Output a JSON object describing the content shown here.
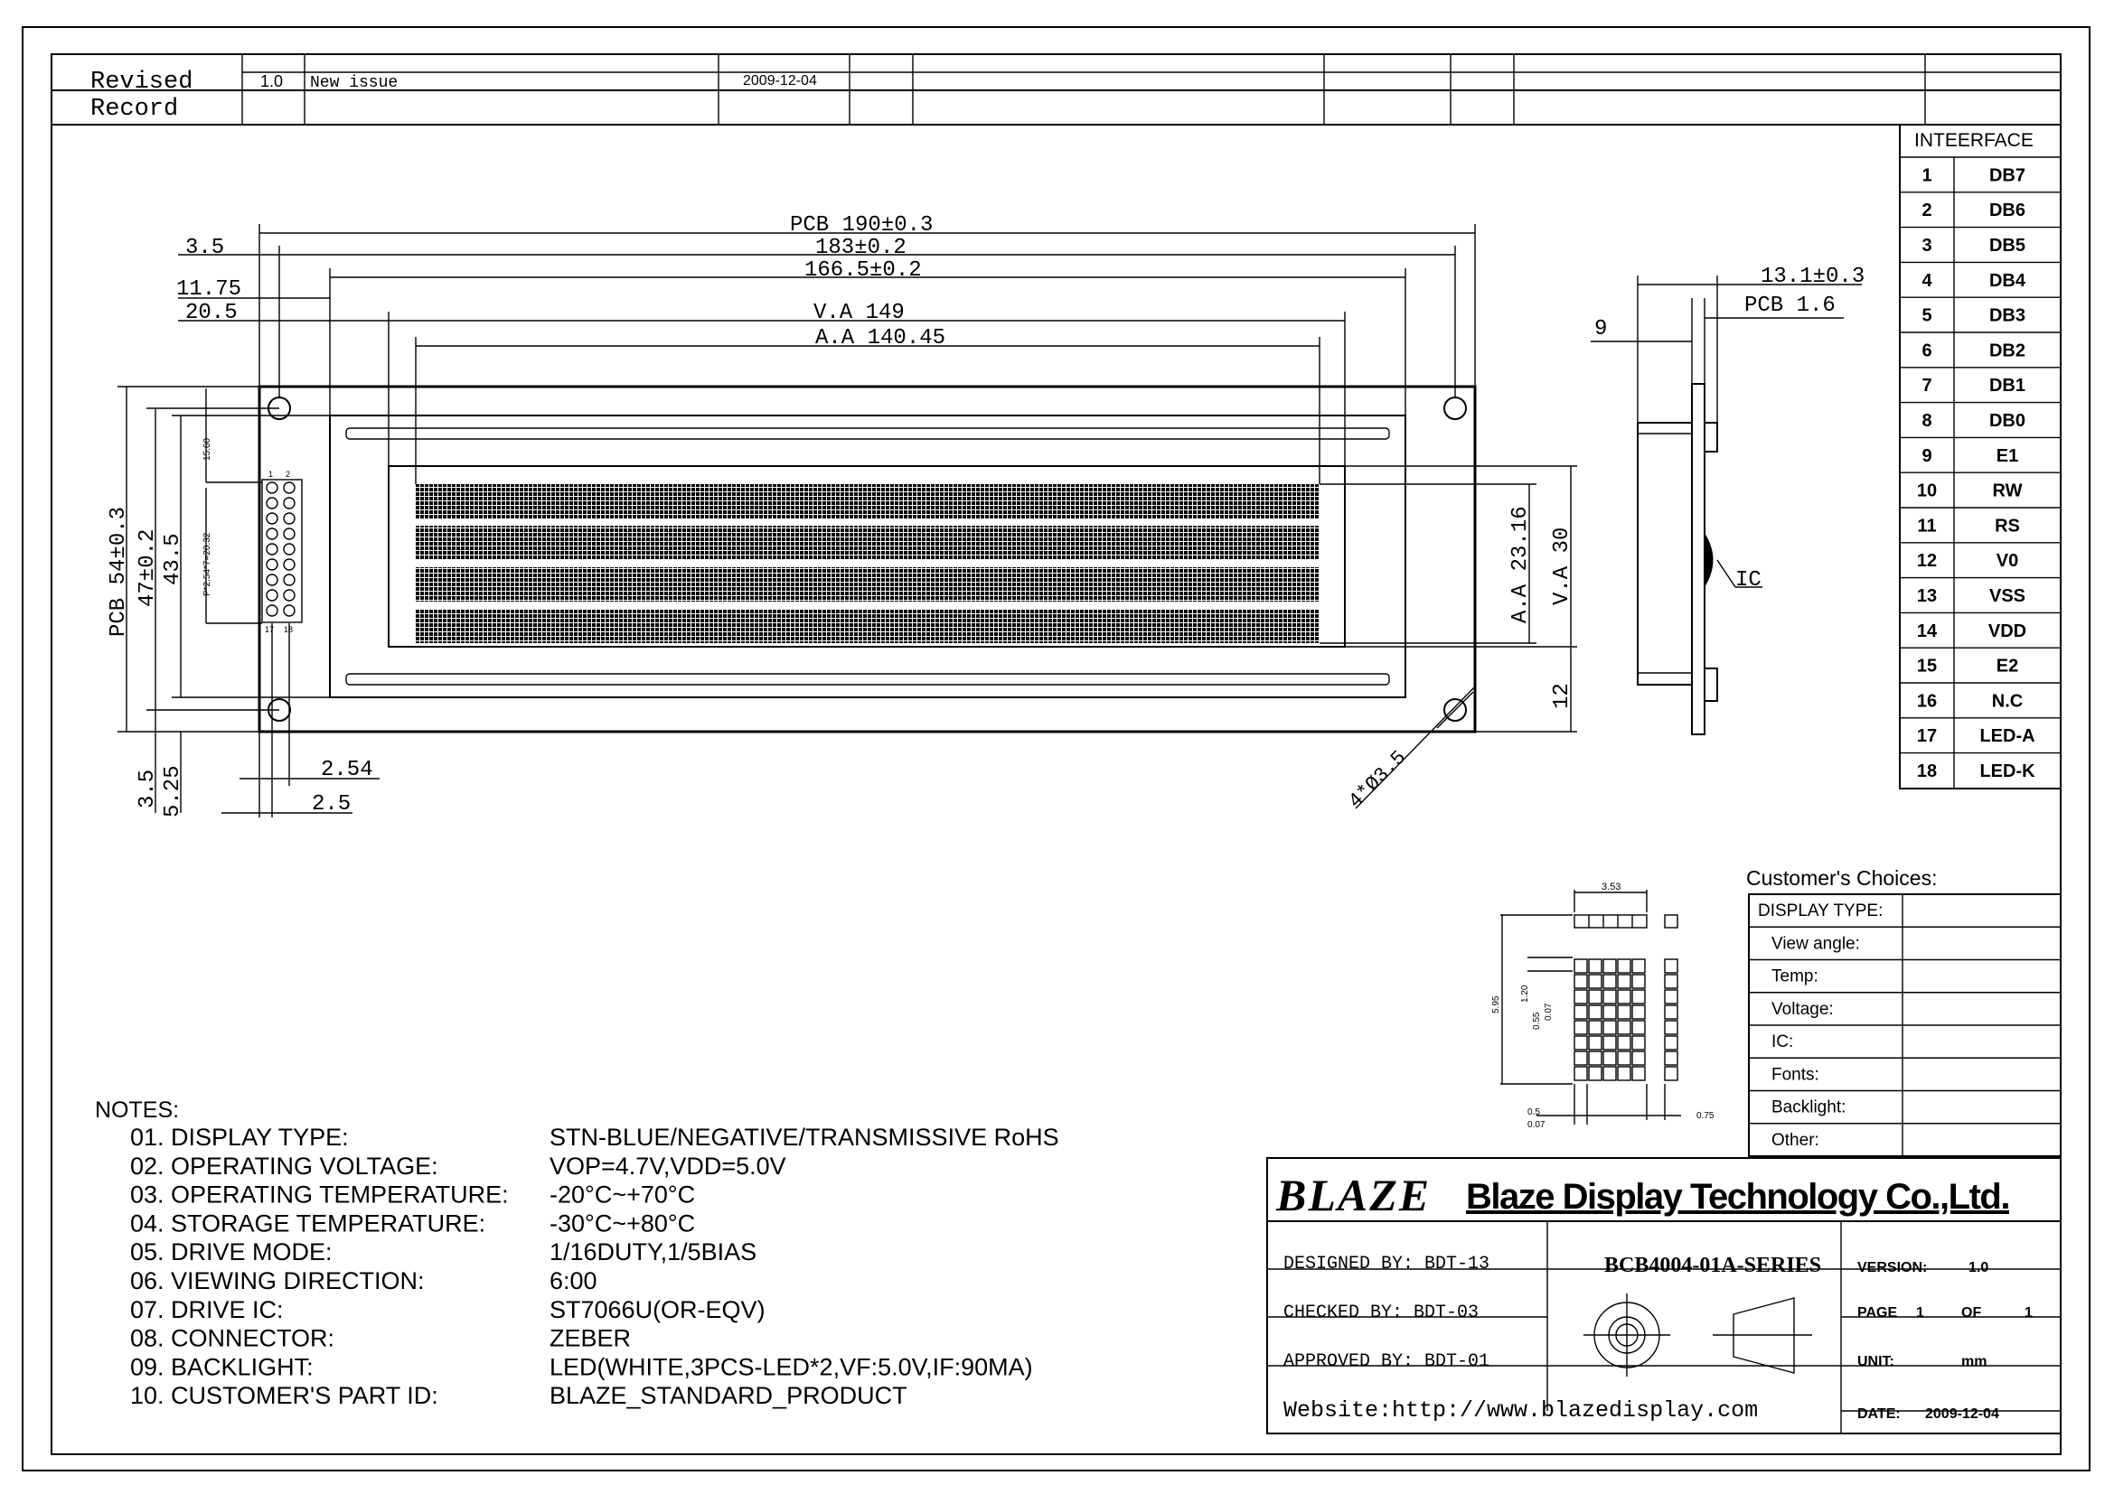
{
  "revision": {
    "title_line1": "Revised",
    "title_line2": "Record",
    "version": "1.0",
    "description": "New issue",
    "date": "2009-12-04"
  },
  "dimensions": {
    "pcb_width": "PCB 190±0.3",
    "hole_span": "183±0.2",
    "bezel_width": "166.5±0.2",
    "va_width": "V.A 149",
    "aa_width": "A.A 140.45",
    "offset_hole": "3.5",
    "offset_bezel": "11.75",
    "offset_va": "20.5",
    "pcb_height": "PCB 54±0.3",
    "hole_v_span": "47±0.2",
    "bezel_height": "43.5",
    "aa_height": "A.A 23.16",
    "va_height": "V.A 30",
    "bottom_offset": "12",
    "hole_dia": "4*Ø3.5",
    "pin_pitch": "2.54",
    "pin_offset": "2.5",
    "v_offset_a": "3.5",
    "v_offset_b": "5.25",
    "conn_top": "15.60",
    "conn_pitch_label": "P*2.54*7=20.32",
    "pin_label_1": "1",
    "pin_label_2": "2",
    "pin_label_17": "17",
    "pin_label_18": "18",
    "side_thickness": "13.1±0.3",
    "side_pcb": "PCB 1.6",
    "side_offset": "9",
    "ic_label": "IC"
  },
  "interface": {
    "title": "INTEERFACE",
    "pins": [
      {
        "no": "1",
        "name": "DB7"
      },
      {
        "no": "2",
        "name": "DB6"
      },
      {
        "no": "3",
        "name": "DB5"
      },
      {
        "no": "4",
        "name": "DB4"
      },
      {
        "no": "5",
        "name": "DB3"
      },
      {
        "no": "6",
        "name": "DB2"
      },
      {
        "no": "7",
        "name": "DB1"
      },
      {
        "no": "8",
        "name": "DB0"
      },
      {
        "no": "9",
        "name": "E1"
      },
      {
        "no": "10",
        "name": "RW"
      },
      {
        "no": "11",
        "name": "RS"
      },
      {
        "no": "12",
        "name": "V0"
      },
      {
        "no": "13",
        "name": "VSS"
      },
      {
        "no": "14",
        "name": "VDD"
      },
      {
        "no": "15",
        "name": "E2"
      },
      {
        "no": "16",
        "name": "N.C"
      },
      {
        "no": "17",
        "name": "LED-A"
      },
      {
        "no": "18",
        "name": "LED-K"
      }
    ]
  },
  "char_detail": {
    "width": "3.53",
    "h1": "5.95",
    "h2": "1.20",
    "h3": "0.55",
    "h4": "0.07",
    "w1": "0.5",
    "w2": "0.07",
    "w3": "0.75"
  },
  "choices": {
    "title": "Customer's Choices:",
    "rows": [
      "DISPLAY TYPE:",
      "View angle:",
      "Temp:",
      "Voltage:",
      "IC:",
      "Fonts:",
      "Backlight:",
      "Other:"
    ]
  },
  "notes": {
    "title": "NOTES:",
    "items": [
      {
        "key": "01. DISPLAY TYPE:",
        "value": "STN-BLUE/NEGATIVE/TRANSMISSIVE RoHS"
      },
      {
        "key": "02. OPERATING VOLTAGE:",
        "value": "VOP=4.7V,VDD=5.0V"
      },
      {
        "key": "03. OPERATING TEMPERATURE:",
        "value": "-20°C~+70°C"
      },
      {
        "key": "04. STORAGE TEMPERATURE:",
        "value": "-30°C~+80°C"
      },
      {
        "key": "05. DRIVE MODE:",
        "value": "1/16DUTY,1/5BIAS"
      },
      {
        "key": "06. VIEWING DIRECTION:",
        "value": "6:00"
      },
      {
        "key": "07. DRIVE IC:",
        "value": "ST7066U(OR-EQV)"
      },
      {
        "key": "08. CONNECTOR:",
        "value": "ZEBER"
      },
      {
        "key": "09. BACKLIGHT:",
        "value": "LED(WHITE,3PCS-LED*2,VF:5.0V,IF:90MA)"
      },
      {
        "key": "10. CUSTOMER'S PART ID:",
        "value": "BLAZE_STANDARD_PRODUCT"
      }
    ]
  },
  "title_block": {
    "logo_text": "BLAZE",
    "company": "Blaze Display Technology Co.,Ltd.",
    "designed": "DESIGNED BY: BDT-13",
    "checked": "CHECKED BY: BDT-03",
    "approved": "APPROVED BY: BDT-01",
    "part_no": "BCB4004-01A-SERIES",
    "version_label": "VERSION:",
    "version_value": "1.0",
    "page_label": "PAGE",
    "page_no": "1",
    "page_of": "OF",
    "page_total": "1",
    "unit_label": "UNIT:",
    "unit_value": "mm",
    "date_label": "DATE:",
    "date_value": "2009-12-04",
    "website": "Website:http://www.blazedisplay.com"
  }
}
